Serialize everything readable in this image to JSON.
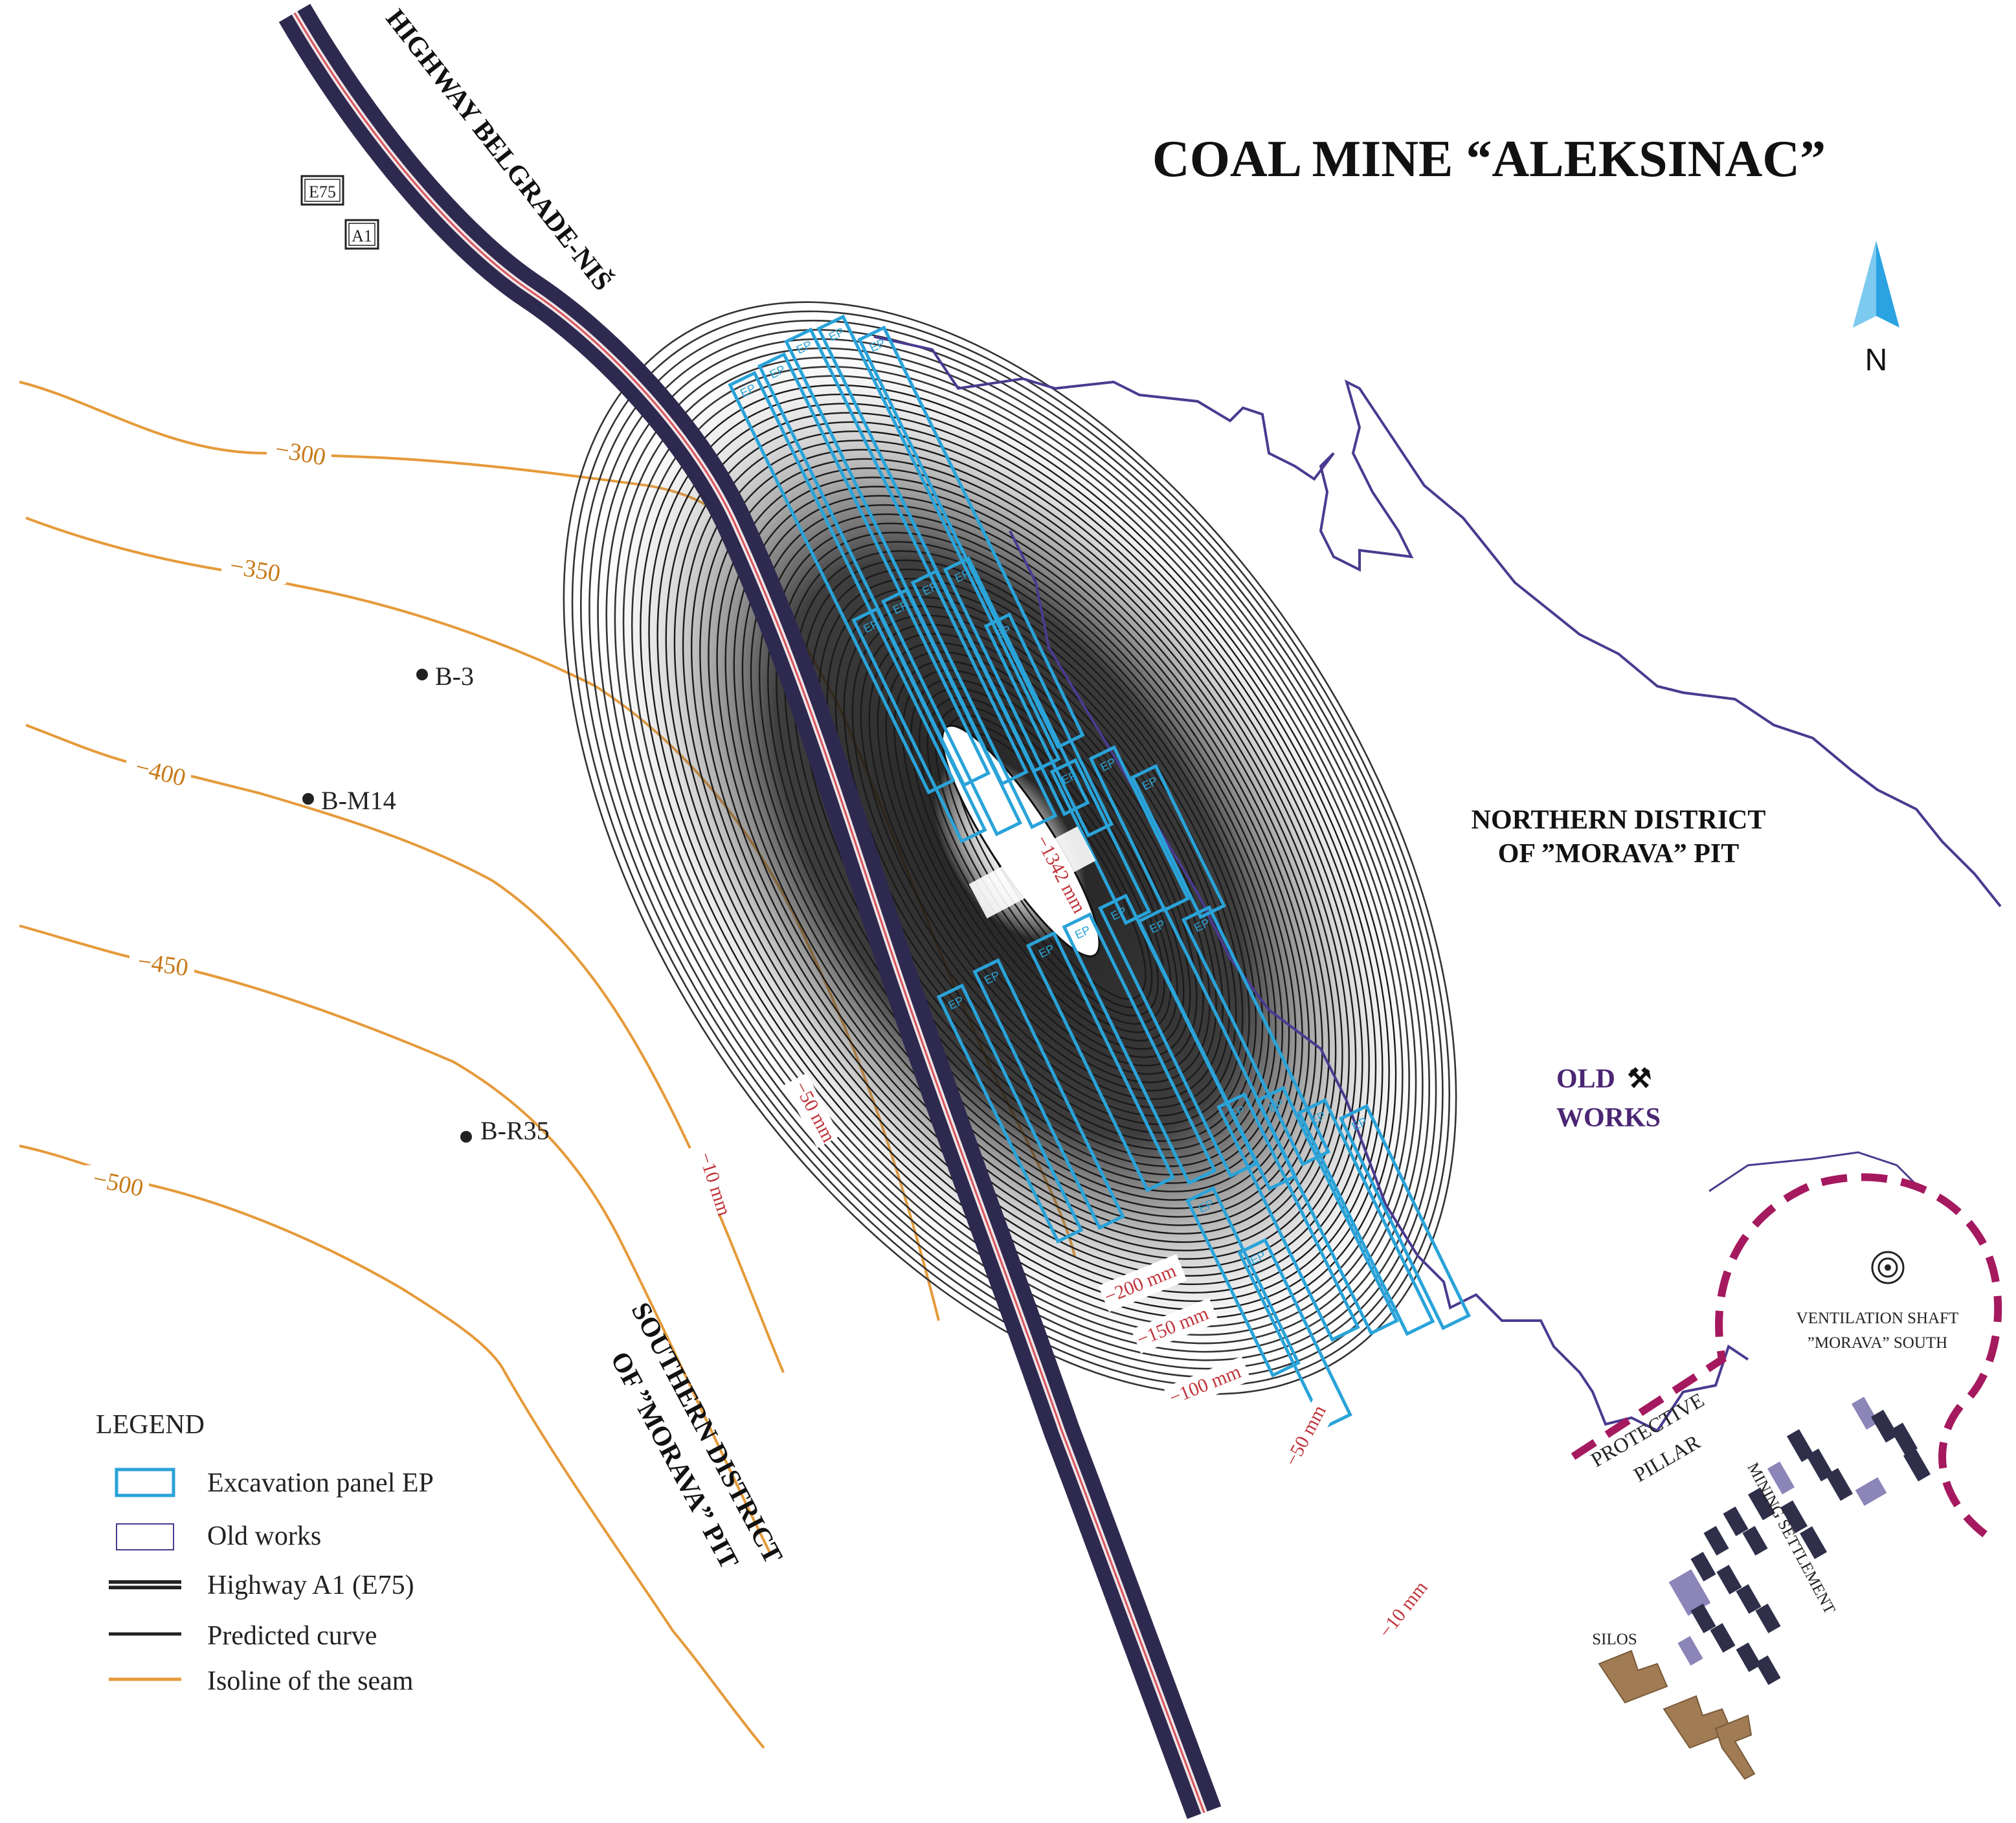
{
  "title": "COAL MINE “ALEKSINAC”",
  "north_label": "N",
  "highway": {
    "name": "HIGHWAY BELGRADE-NIŠ",
    "shields": [
      "E75",
      "A1"
    ]
  },
  "districts": {
    "northern_line1": "NORTHERN DISTRICT",
    "northern_line2": "OF ”MORAVA” PIT",
    "southern_line1": "SOUTHERN DISTRICT",
    "southern_line2": "OF ”MORAVA” PIT"
  },
  "old_works": {
    "line1": "OLD",
    "line2": "WORKS",
    "symbol": "⚒"
  },
  "features": {
    "ventilation_shaft_line1": "VENTILATION SHAFT",
    "ventilation_shaft_line2": "”MORAVA” SOUTH",
    "protective_pillar_line1": "PROTECTIVE",
    "protective_pillar_line2": "PILLAR",
    "mining_settlement": "MINING SETTLEMENT",
    "silos": "SILOS"
  },
  "boreholes": [
    "B-3",
    "B-M14",
    "B-R35"
  ],
  "seam_isolines": [
    "−300",
    "−350",
    "−400",
    "−450",
    "−500"
  ],
  "subsidence_labels": {
    "max": "−1342 mm",
    "m200": "−200 mm",
    "m150": "−150 mm",
    "m100": "−100 mm",
    "m50_left": "−50 mm",
    "m50_right": "−50 mm",
    "m10_left": "−10 mm",
    "m10_right": "−10 mm"
  },
  "panel_label": "EP",
  "legend": {
    "title": "LEGEND",
    "items": [
      {
        "label": "Excavation panel EP",
        "symbol": "panel-box-icon"
      },
      {
        "label": "Old works",
        "symbol": "old-works-box-icon"
      },
      {
        "label": "Highway A1 (E75)",
        "symbol": "highway-line-icon"
      },
      {
        "label": "Predicted curve",
        "symbol": "predicted-curve-line-icon"
      },
      {
        "label": "Isoline of the seam",
        "symbol": "isoline-line-icon"
      }
    ]
  },
  "colors": {
    "panel": "#2aa3d9",
    "old_works": "#4b3a8f",
    "highway": "#2e2a4f",
    "highway_center": "#d9545c",
    "isoline": "#e59a3a",
    "subsidence_label": "#c0343b",
    "protective_pillar": "#a5195f",
    "north_arrow": "#2aa3e0",
    "buildings": "#2f2f4a",
    "buildings_light": "#8c85b8",
    "silos": "#a07b53"
  }
}
